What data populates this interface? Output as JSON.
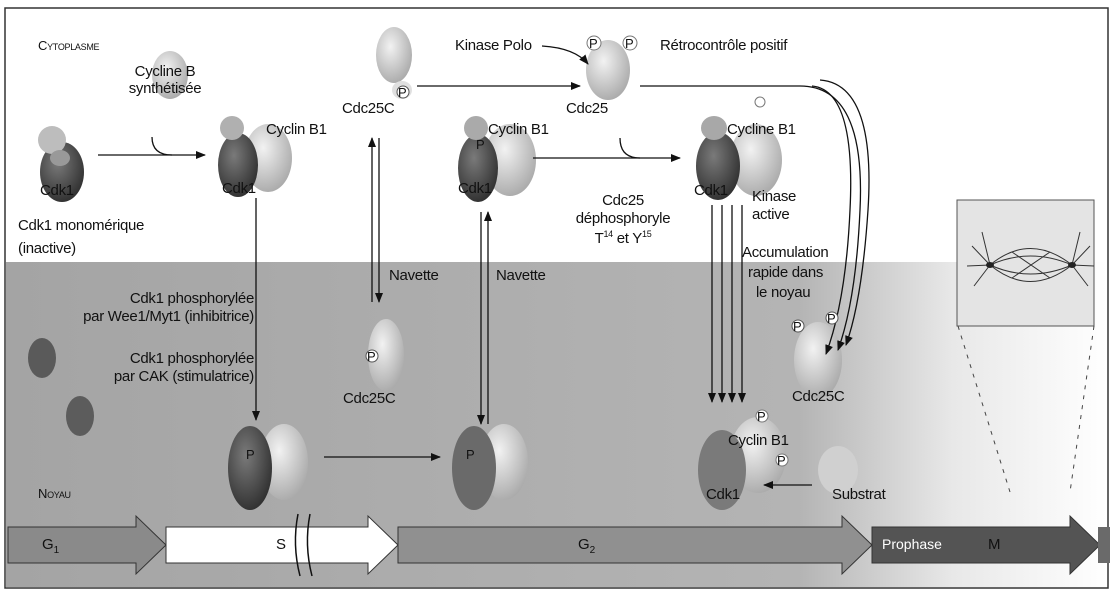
{
  "regions": {
    "cytoplasm": "Cytoplasme",
    "nucleus": "Noyau"
  },
  "labels": {
    "cycline_b_synth_1": "Cycline B",
    "cycline_b_synth_2": "synthétisée",
    "cyclin_b1_a": "Cyclin B1",
    "cyclin_b1_b": "Cyclin B1",
    "cycline_b1_c": "Cycline B1",
    "cyclin_b1_nuc": "Cyclin B1",
    "cdc25c_top": "Cdc25C",
    "cdc25_mid": "Cdc25",
    "cdc25c_nuc_left": "Cdc25C",
    "cdc25c_nuc_right": "Cdc25C",
    "kinase_polo": "Kinase Polo",
    "retrocontrole": "Rétrocontrôle positif",
    "cdk1_mono_1": "Cdk1 monomérique",
    "cdk1_mono_2": "(inactive)",
    "cdc25_dephos_1": "Cdc25",
    "cdc25_dephos_2": "déphosphoryle",
    "cdc25_dephos_3a": "T",
    "cdc25_dephos_3b": "14",
    "cdc25_dephos_3c": " et Y",
    "cdc25_dephos_3d": "15",
    "kinase_active_1": "Kinase",
    "kinase_active_2": "active",
    "accumulation_1": "Accumulation",
    "accumulation_2": "rapide dans",
    "accumulation_3": "le noyau",
    "navette_1": "Navette",
    "navette_2": "Navette",
    "legend_wee_1": "Cdk1 phosphorylée",
    "legend_wee_2": "par Wee1/Myt1 (inhibitrice)",
    "legend_cak_1": "Cdk1 phosphorylée",
    "legend_cak_2": "par CAK (stimulatrice)",
    "substrat": "Substrat",
    "cdk1_a": "Cdk1",
    "cdk1_b": "Cdk1",
    "cdk1_c": "Cdk1",
    "cdk1_d": "Cdk1",
    "cdk1_e": "Cdk1",
    "p": "P"
  },
  "phases": {
    "g1": "G",
    "g1_sub": "1",
    "s": "S",
    "g2": "G",
    "g2_sub": "2",
    "prophase": "Prophase",
    "m": "M"
  },
  "colors": {
    "nucleus_bg": "#a9a9a9",
    "cdk1_dark": "#4a4a4a",
    "cyclin_light": "#d8d8d8",
    "cdc25": "#e6e6e6",
    "phase_g1": "#8a8a8a",
    "phase_s": "#ffffff",
    "phase_g2": "#8f8f8f",
    "phase_m": "#555555"
  }
}
